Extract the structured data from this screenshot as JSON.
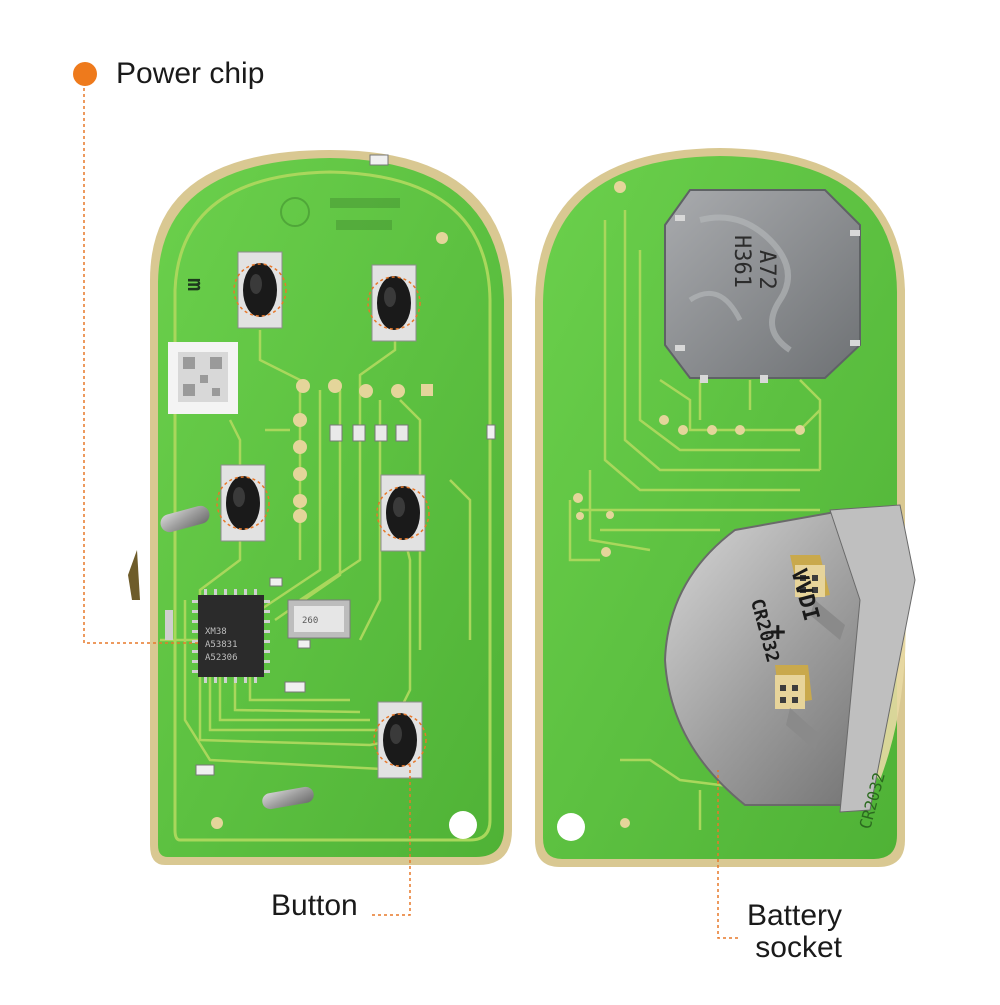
{
  "labels": {
    "power_chip": "Power chip",
    "button": "Button",
    "battery_line1": "Battery",
    "battery_line2": "socket"
  },
  "board_markings": {
    "chip_line1": "XM38",
    "chip_line2": "A53831",
    "chip_line3": "A52306",
    "crystal": "260",
    "module_line1": "A72",
    "module_line2": "H361",
    "battery_rating": "CR2032",
    "battery_text_1": "VVDI",
    "battery_text_2": "CR2032",
    "battery_text_3": "+",
    "left_mark": "m"
  },
  "colors": {
    "pcb_green": "#5ec43f",
    "pcb_edge": "#d9c892",
    "trace": "#a9d75c",
    "callout_orange": "#e7782a",
    "background": "#ffffff"
  }
}
